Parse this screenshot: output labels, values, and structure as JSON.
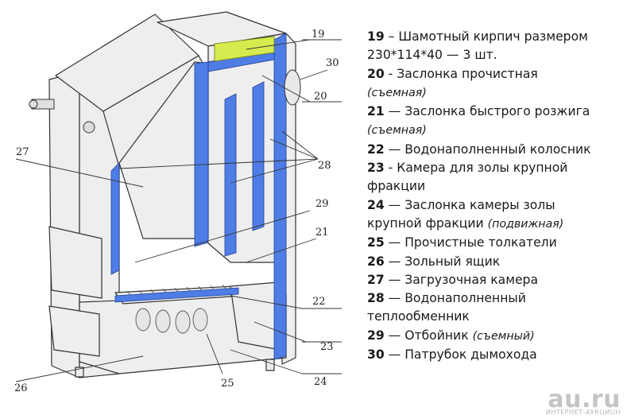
{
  "colors": {
    "wall": "#eeeeee",
    "stroke": "#333333",
    "water_jacket": "#4f7de6",
    "brick": "#d7ea4e"
  },
  "callouts": [
    "19",
    "30",
    "20",
    "27",
    "28",
    "29",
    "21",
    "22",
    "23",
    "26",
    "25",
    "24"
  ],
  "legend": [
    {
      "num": "19",
      "text": " – Шамотный кирпич размером"
    },
    {
      "num": "",
      "text": "230*114*40 — 3 шт."
    },
    {
      "num": "20",
      "text": " - Заслонка прочистная"
    },
    {
      "num": "",
      "sub": "(съемная)"
    },
    {
      "num": "21",
      "text": " — Заслонка быстрого розжига"
    },
    {
      "num": "",
      "sub": "(съемная)"
    },
    {
      "num": "22",
      "text": " — Водонаполненный колосник"
    },
    {
      "num": "23",
      "text": " - Камера для золы крупной"
    },
    {
      "num": "",
      "text": "фракции"
    },
    {
      "num": "24",
      "text": " — Заслонка камеры золы"
    },
    {
      "num": "",
      "text": "крупной фракции ",
      "sub": "(подвижная)"
    },
    {
      "num": "25",
      "text": " — Прочистные толкатели"
    },
    {
      "num": "26",
      "text": " — Зольный ящик"
    },
    {
      "num": "27",
      "text": " — Загрузочная камера"
    },
    {
      "num": "28",
      "text": " — Водонаполненный"
    },
    {
      "num": "",
      "text": "теплообменник"
    },
    {
      "num": "29",
      "text": " — Отбойник ",
      "sub": "(съемный)"
    },
    {
      "num": "30",
      "text": " — Патрубок дымохода"
    }
  ],
  "watermark": {
    "main": "au.ru",
    "sub": "ИНТЕРНЕТ-АУКЦИОН"
  }
}
